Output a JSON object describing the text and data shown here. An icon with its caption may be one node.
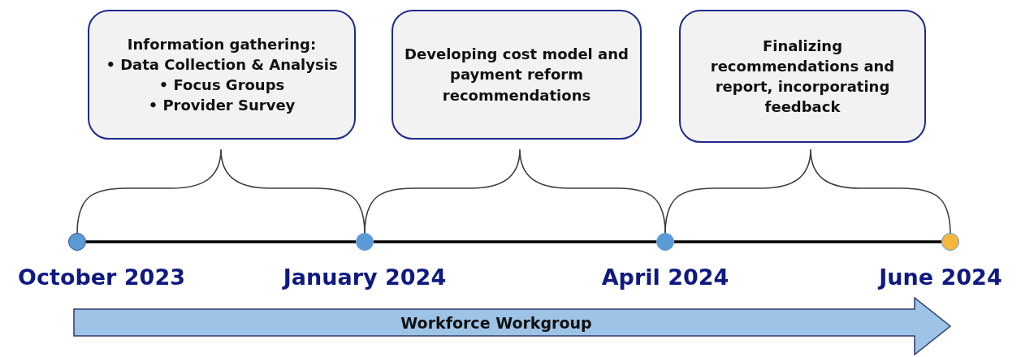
{
  "diagram": {
    "nodes": [
      {
        "text": [
          "Information gathering:",
          "• Data Collection & Analysis",
          "• Focus Groups",
          "• Provider Survey"
        ]
      },
      {
        "text": [
          "Developing cost model and payment reform recommendations"
        ]
      },
      {
        "text": [
          "Finalizing recommendations and report, incorporating feedback"
        ]
      },
      {
        "text": [],
        "shape": "circle",
        "beside": [
          "October 2023"
        ]
      },
      {
        "text": [],
        "shape": "circle",
        "beside": [
          "January 2024"
        ]
      },
      {
        "text": [],
        "shape": "circle",
        "beside": [
          "April 2024"
        ]
      },
      {
        "text": [],
        "shape": "circle",
        "beside": [
          "June 2024"
        ]
      },
      {
        "text": [
          "Workforce Workgroup"
        ]
      }
    ],
    "edges": [
      {
        "from": 3,
        "to": 4,
        "arrow": "none"
      },
      {
        "from": 4,
        "to": 5,
        "arrow": "none"
      },
      {
        "from": 5,
        "to": 6,
        "arrow": "none"
      }
    ]
  }
}
